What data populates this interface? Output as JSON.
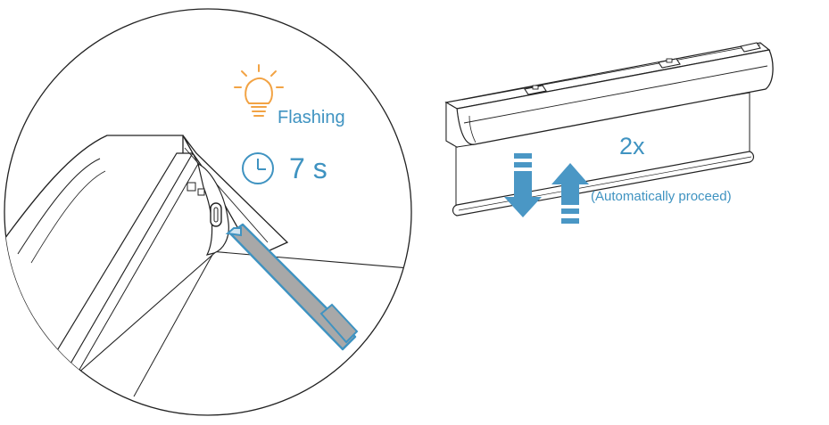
{
  "status": {
    "light_label": "Flashing",
    "duration_label": "7 s"
  },
  "motion": {
    "repeat_label": "2x",
    "note": "(Automatically proceed)"
  },
  "icons": {
    "light": "lightbulb-icon",
    "timer": "clock-icon",
    "down": "arrow-down-icon",
    "up": "arrow-up-icon"
  },
  "colors": {
    "accent_blue": "#3f93c1",
    "arrow_blue": "#4a97c5",
    "bulb_orange": "#f2a344",
    "line": "#222222",
    "tool_grey": "#a8a8a8"
  }
}
